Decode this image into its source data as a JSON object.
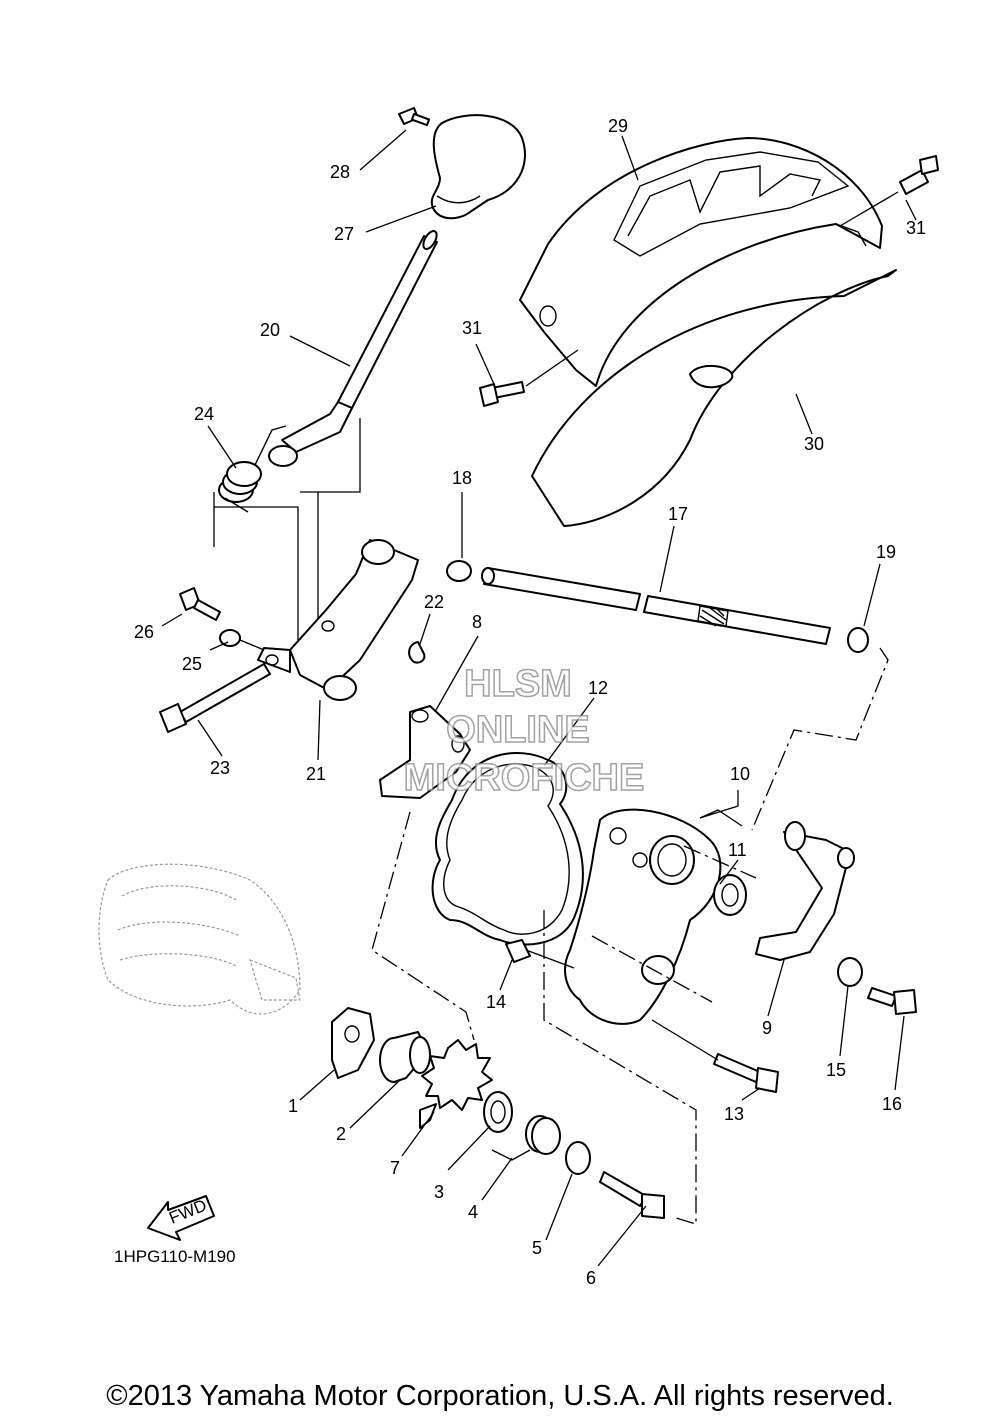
{
  "diagram": {
    "code": "1HPG110-M190",
    "fwd_label": "FWD",
    "copyright": "©2013 Yamaha Motor Corporation, U.S.A. All rights reserved.",
    "watermark": [
      "HLSM",
      "ONLINE",
      "MICROFICHE"
    ],
    "callouts": [
      "1",
      "2",
      "3",
      "4",
      "5",
      "6",
      "7",
      "8",
      "9",
      "10",
      "11",
      "12",
      "13",
      "14",
      "15",
      "16",
      "17",
      "18",
      "19",
      "20",
      "21",
      "22",
      "23",
      "24",
      "25",
      "26",
      "27",
      "28",
      "29",
      "30",
      "31",
      "31"
    ]
  }
}
